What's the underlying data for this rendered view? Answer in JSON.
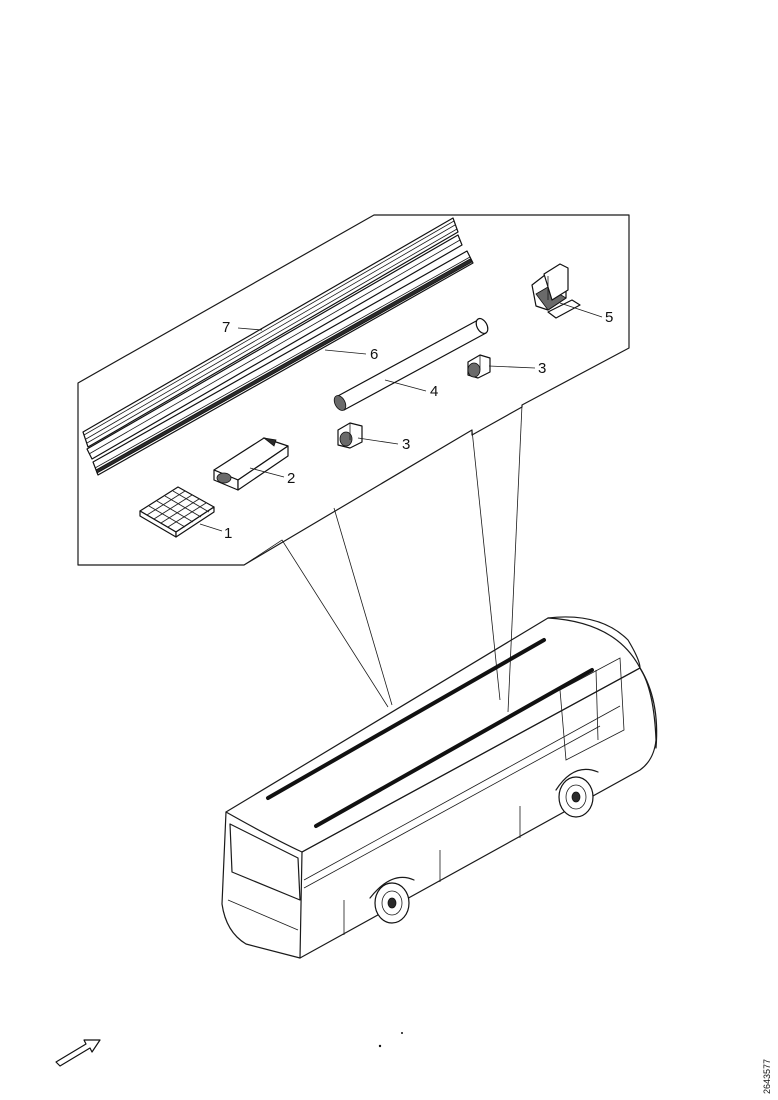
{
  "callouts": {
    "c1": "1",
    "c2": "2",
    "c3a": "3",
    "c3b": "3",
    "c4": "4",
    "c5": "5",
    "c6": "6",
    "c7": "7"
  },
  "reference_code": "2643577"
}
